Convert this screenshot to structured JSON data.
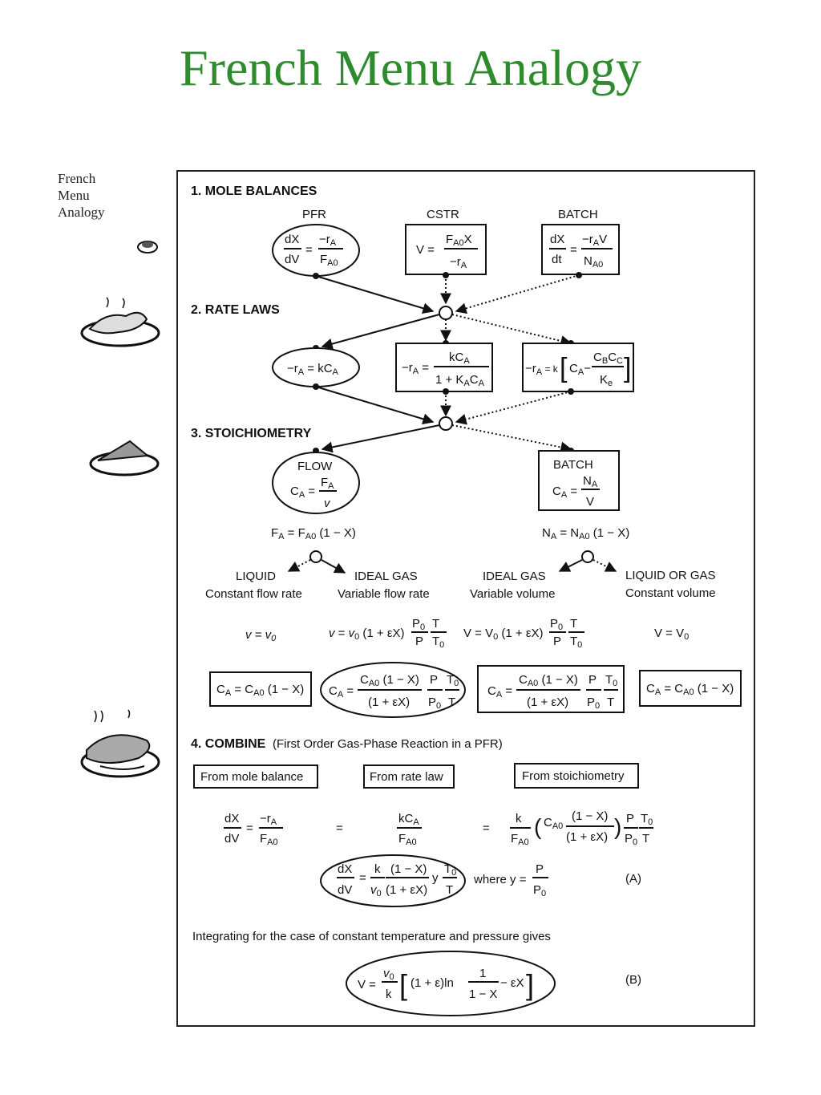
{
  "title": "French Menu Analogy",
  "side_label": [
    "French",
    "Menu",
    "Analogy"
  ],
  "icons": [
    "appetizer-icon",
    "main-course-icon",
    "pie-slice-icon",
    "dessert-icon"
  ],
  "sections": {
    "mole": "1. MOLE BALANCES",
    "rate": "2. RATE LAWS",
    "stoich": "3. STOICHIOMETRY",
    "combine_bold": "4. COMBINE",
    "combine_rest": "(First Order Gas-Phase Reaction in a PFR)"
  },
  "reactors": {
    "pfr": "PFR",
    "cstr": "CSTR",
    "batch": "BATCH"
  },
  "flow": {
    "flow": "FLOW",
    "batch": "BATCH"
  },
  "phases": {
    "liquid": "LIQUID",
    "liquid_sub": "Constant flow rate",
    "ideal_gas1": "IDEAL GAS",
    "ideal_gas1_sub": "Variable flow rate",
    "ideal_gas2": "IDEAL GAS",
    "ideal_gas2_sub": "Variable volume",
    "liq_gas": "LIQUID OR GAS",
    "liq_gas_sub": "Constant volume"
  },
  "combine_boxes": {
    "mole": "From mole balance",
    "rate": "From rate law",
    "stoich": "From stoichiometry"
  },
  "labels": {
    "where": "where y =",
    "eqA": "(A)",
    "eqB": "(B)",
    "integrating": "Integrating for the case of constant temperature and pressure gives"
  }
}
